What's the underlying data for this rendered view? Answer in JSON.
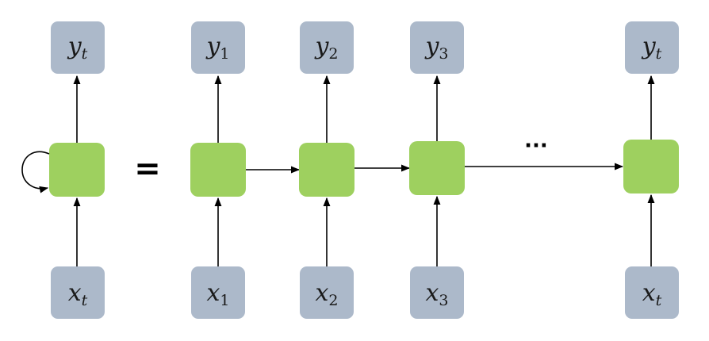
{
  "diagram": {
    "colors": {
      "io_box": "#acb9ca",
      "cell": "#9ed05f",
      "edge": "#000000"
    },
    "folded": {
      "input": {
        "base": "x",
        "sub": "t"
      },
      "output": {
        "base": "y",
        "sub": "t"
      }
    },
    "equals": "=",
    "ellipsis": "···",
    "steps": [
      {
        "input": {
          "base": "x",
          "sub": "1"
        },
        "output": {
          "base": "y",
          "sub": "1"
        }
      },
      {
        "input": {
          "base": "x",
          "sub": "2"
        },
        "output": {
          "base": "y",
          "sub": "2"
        }
      },
      {
        "input": {
          "base": "x",
          "sub": "3"
        },
        "output": {
          "base": "y",
          "sub": "3"
        }
      },
      {
        "input": {
          "base": "x",
          "sub": "t"
        },
        "output": {
          "base": "y",
          "sub": "t"
        }
      }
    ]
  }
}
